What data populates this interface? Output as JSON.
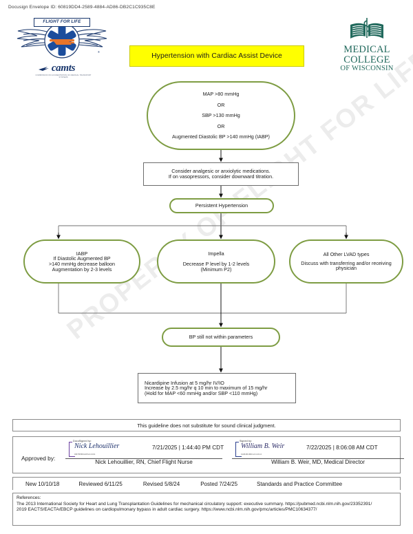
{
  "docusign": {
    "envelope_label": "Docusign Envelope ID: 60819DD4-2589-4884-AD86-DB2C1C935C8E"
  },
  "header": {
    "title": "Hypertension with Cardiac Assist Device",
    "flight_for_life": {
      "banner": "FLIGHT FOR LIFE",
      "accreditation": "camts",
      "accreditation_sub": "COMMISSION ON ACCREDITATION OF MEDICAL TRANSPORT SYSTEMS"
    },
    "mcw": {
      "line1": "MEDICAL",
      "line2": "COLLEGE",
      "line3": "OF WISCONSIN"
    }
  },
  "watermark": "PROPERTY OF FLIGHT FOR LIFE",
  "flowchart": {
    "criteria": {
      "l1": "MAP >80 mmHg",
      "l2": "OR",
      "l3": "SBP >130 mmHg",
      "l4": "OR",
      "l5": "Augmented Diastolic BP >140 mmHg (IABP)"
    },
    "consider": {
      "l1": "Consider analgesic or anxiolytic medications.",
      "l2": "If on vasopressors, consider downward titration."
    },
    "persistent": {
      "l1": "Persistent Hypertension"
    },
    "iabp": {
      "l1": "IABP",
      "l2": "If Diastolic Augmented BP",
      "l3": ">140 mmHg decrease balloon",
      "l4": "Augmentation by 2-3 levels"
    },
    "impella": {
      "l1": "Impella",
      "l2": "Decrease P level by 1-2 levels",
      "l3": "(Minimum P2)"
    },
    "lvad": {
      "l1": "All Other LVAD types",
      "l2": "Discuss with transferring and/or receiving",
      "l3": "physician"
    },
    "bp_still": {
      "l1": "BP still not within parameters"
    },
    "nicardipine": {
      "l1": "Nicardipine Infusion at 5 mg/hr IV/IO",
      "l2": "Increase by 2.5 mg/hr q 10 min to maximum of 15 mg/hr",
      "l3": "(Hold for MAP <60 mmHg and/or SBP <110 mmHg)"
    }
  },
  "footer": {
    "disclaimer": "This guideline does not substitute for sound clinical judgment.",
    "approved_by_label": "Approved by:",
    "signatures": [
      {
        "tag": "DocuSigned by:",
        "signature": "Nick Lehouillier",
        "signature_id": "9B7B5B6AD5AC4D1",
        "date": "7/21/2025 | 1:44:40 PM CDT",
        "title": "Nick Lehouillier, RN, Chief Flight Nurse"
      },
      {
        "tag": "Signed by:",
        "signature": "William B. Weir",
        "signature_id": "0AB4B1BD1AC2412",
        "date": "7/22/2025 | 8:06:08 AM CDT",
        "title": "William B. Weir, MD, Medical Director"
      }
    ],
    "revisions": [
      "New 10/10/18",
      "Reviewed 6/11/25",
      "Revised 5/8/24",
      "Posted 7/24/25",
      "Standards and Practice Committee"
    ],
    "references": {
      "heading": "References:",
      "ref1": "The 2013 International Society for Heart and Lung Transplantation Guidelines for mechanical circulatory support: executive summary.  https://pubmed.ncbi.nlm.nih.gov/23352391/",
      "ref2": "2019 EACTS/EACTA/EBCP guidelines on cardiopulmonary bypass in adult cardiac surgery.  https://www.ncbi.nlm.nih.gov/pmc/articles/PMC10634377/"
    }
  },
  "colors": {
    "node_green": "#7d9c42",
    "title_yellow": "#ffff00",
    "mcw_teal": "#21695c",
    "ffl_navy": "#17356b",
    "ffl_orange": "#e8752a"
  }
}
